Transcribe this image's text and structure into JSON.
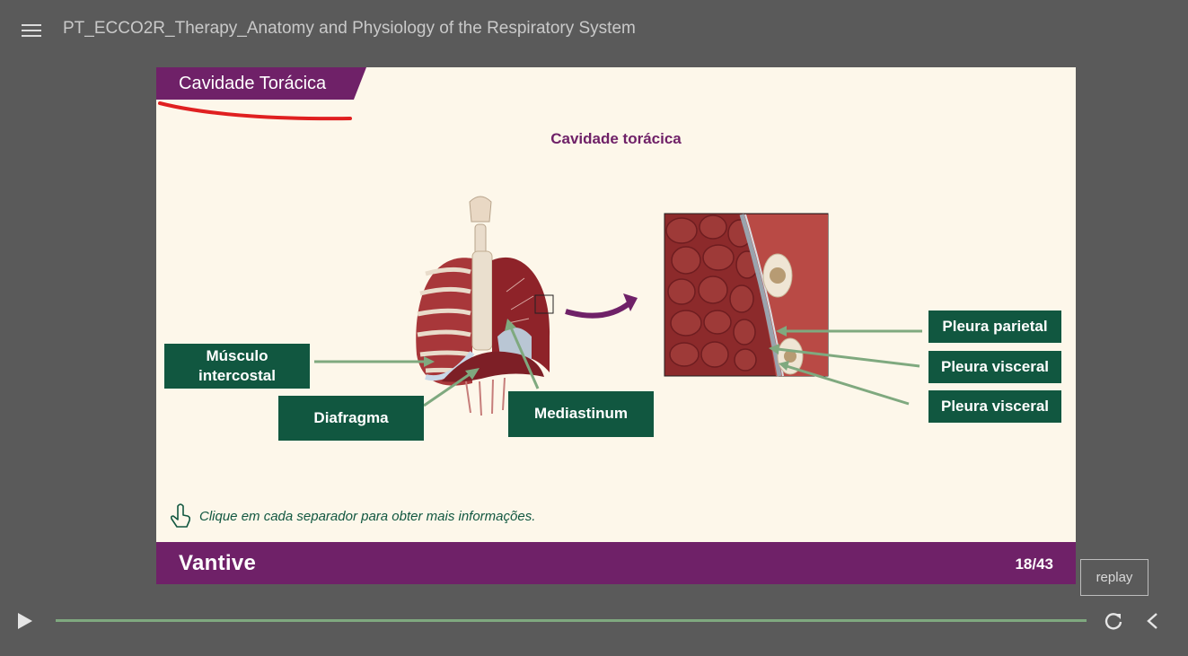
{
  "header": {
    "course_title": "PT_ECCO2R_Therapy_Anatomy and Physiology of the Respiratory System"
  },
  "slide": {
    "tab_label": "Cavidade Torácica",
    "figure_title": "Cavidade torácica",
    "labels": {
      "musculo_line1": "Músculo",
      "musculo_line2": "intercostal",
      "diafragma": "Diafragma",
      "mediastinum": "Mediastinum",
      "pleura_parietal": "Pleura parietal",
      "pleura_visceral_1": "Pleura visceral",
      "pleura_visceral_2": "Pleura visceral"
    },
    "hint": "Clique em cada separador para obter mais informações.",
    "footer_logo": "Vantive",
    "page_indicator": "18/43"
  },
  "player": {
    "replay_label": "replay",
    "progress": 1.0
  },
  "colors": {
    "brand_purple": "#6f2168",
    "label_green": "#115740",
    "slide_bg": "#fdf7ea",
    "arrow_green": "#7fa97f",
    "annotation_red": "#e02020"
  },
  "icons": [
    "menu-icon",
    "hand-pointer-icon",
    "play-icon",
    "reload-icon",
    "chevron-left-icon"
  ]
}
